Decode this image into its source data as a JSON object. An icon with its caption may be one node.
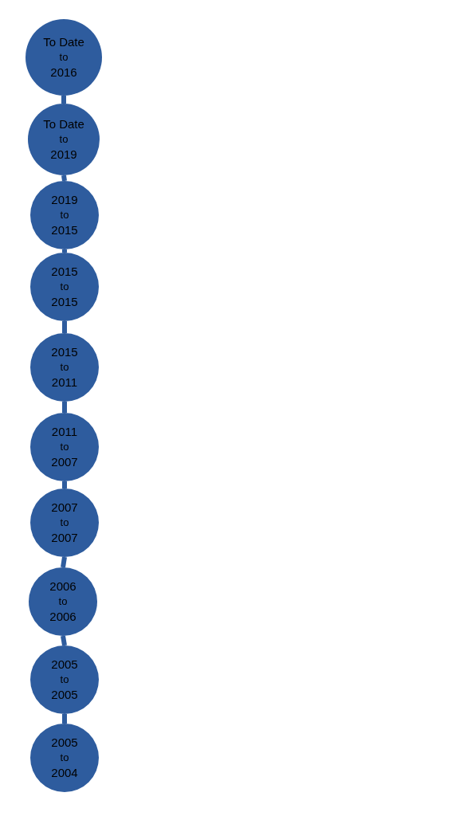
{
  "diagram": {
    "nodes": [
      {
        "text": [
          "To Date",
          "to",
          "2016"
        ]
      },
      {
        "text": [
          "To Date",
          "to",
          "2019"
        ]
      },
      {
        "text": [
          "2019",
          "to",
          "2015"
        ]
      },
      {
        "text": [
          "2015",
          "to",
          "2015"
        ]
      },
      {
        "text": [
          "2015",
          "to",
          "2011"
        ]
      },
      {
        "text": [
          "2011",
          "to",
          "2007"
        ]
      },
      {
        "text": [
          "2007",
          "to",
          "2007"
        ]
      },
      {
        "text": [
          "2006",
          "to",
          "2006"
        ]
      },
      {
        "text": [
          "2005",
          "to",
          "2005"
        ]
      },
      {
        "text": [
          "2005",
          "to",
          "2004"
        ]
      }
    ],
    "edges": [
      {
        "from": 0,
        "to": 1,
        "arrow": "none"
      },
      {
        "from": 1,
        "to": 2,
        "arrow": "none"
      },
      {
        "from": 2,
        "to": 3,
        "arrow": "none"
      },
      {
        "from": 3,
        "to": 4,
        "arrow": "none"
      },
      {
        "from": 4,
        "to": 5,
        "arrow": "none"
      },
      {
        "from": 5,
        "to": 6,
        "arrow": "none"
      },
      {
        "from": 6,
        "to": 7,
        "arrow": "none"
      },
      {
        "from": 7,
        "to": 8,
        "arrow": "none"
      },
      {
        "from": 8,
        "to": 9,
        "arrow": "none"
      }
    ]
  }
}
